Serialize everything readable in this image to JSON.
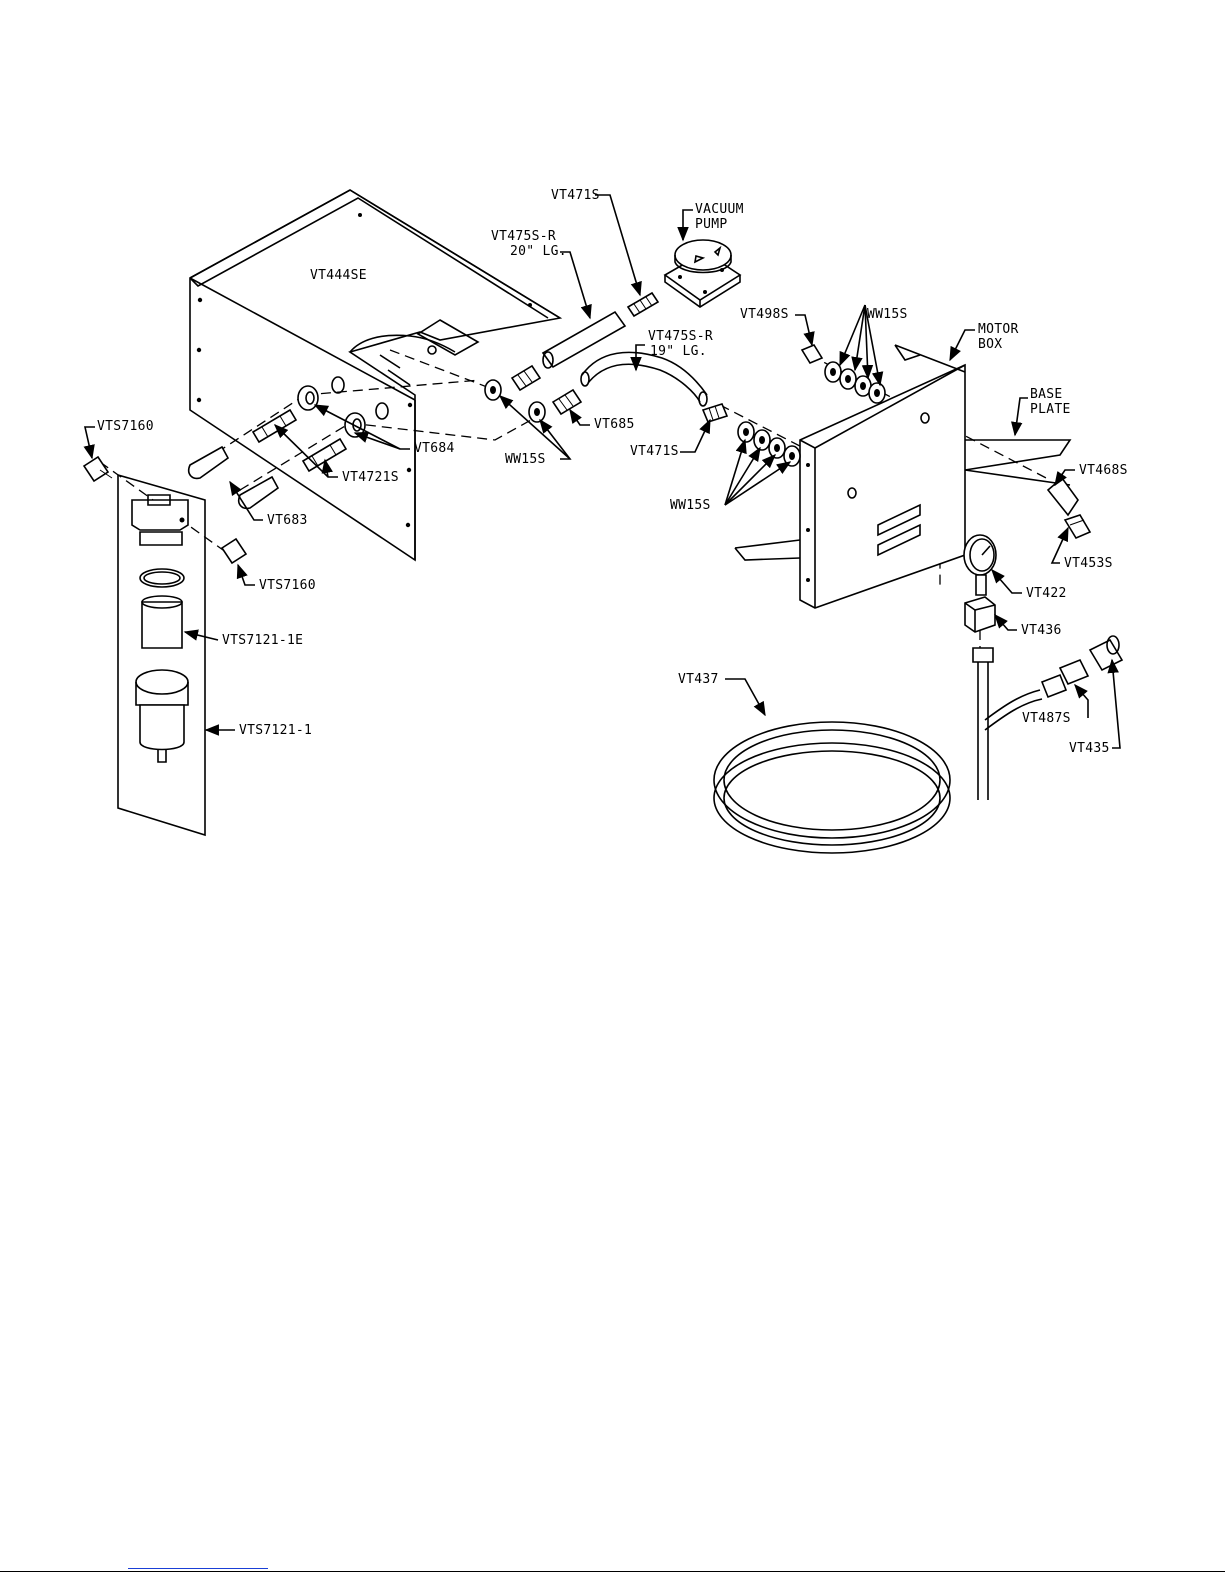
{
  "labels": {
    "vt444se": "VT444SE",
    "vt471s_top": "VT471S",
    "vacuum_pump": [
      "VACUUM",
      "PUMP"
    ],
    "vt475s_r_20": [
      "VT475S-R",
      "20\" LG."
    ],
    "vt475s_r_19": [
      "VT475S-R",
      "19\" LG."
    ],
    "vt498s": "VT498S",
    "ww15s_top": "WW15S",
    "motor_box": [
      "MOTOR",
      "BOX"
    ],
    "base_plate": [
      "BASE",
      "PLATE"
    ],
    "vt685": "VT685",
    "vt684": "VT684",
    "ww15s_mid": "WW15S",
    "vt471s_mid": "VT471S",
    "vts7160_top": "VTS7160",
    "vt4721s": "VT4721S",
    "vt683": "VT683",
    "ww15s_right": "WW15S",
    "vt468s": "VT468S",
    "vt453s": "VT453S",
    "vts7160_bottom": "VTS7160",
    "vt422": "VT422",
    "vts7121_1e": "VTS7121-1E",
    "vt436": "VT436",
    "vt437": "VT437",
    "vt487s": "VT487S",
    "vt435": "VT435",
    "vts7121_1": "VTS7121-1"
  }
}
